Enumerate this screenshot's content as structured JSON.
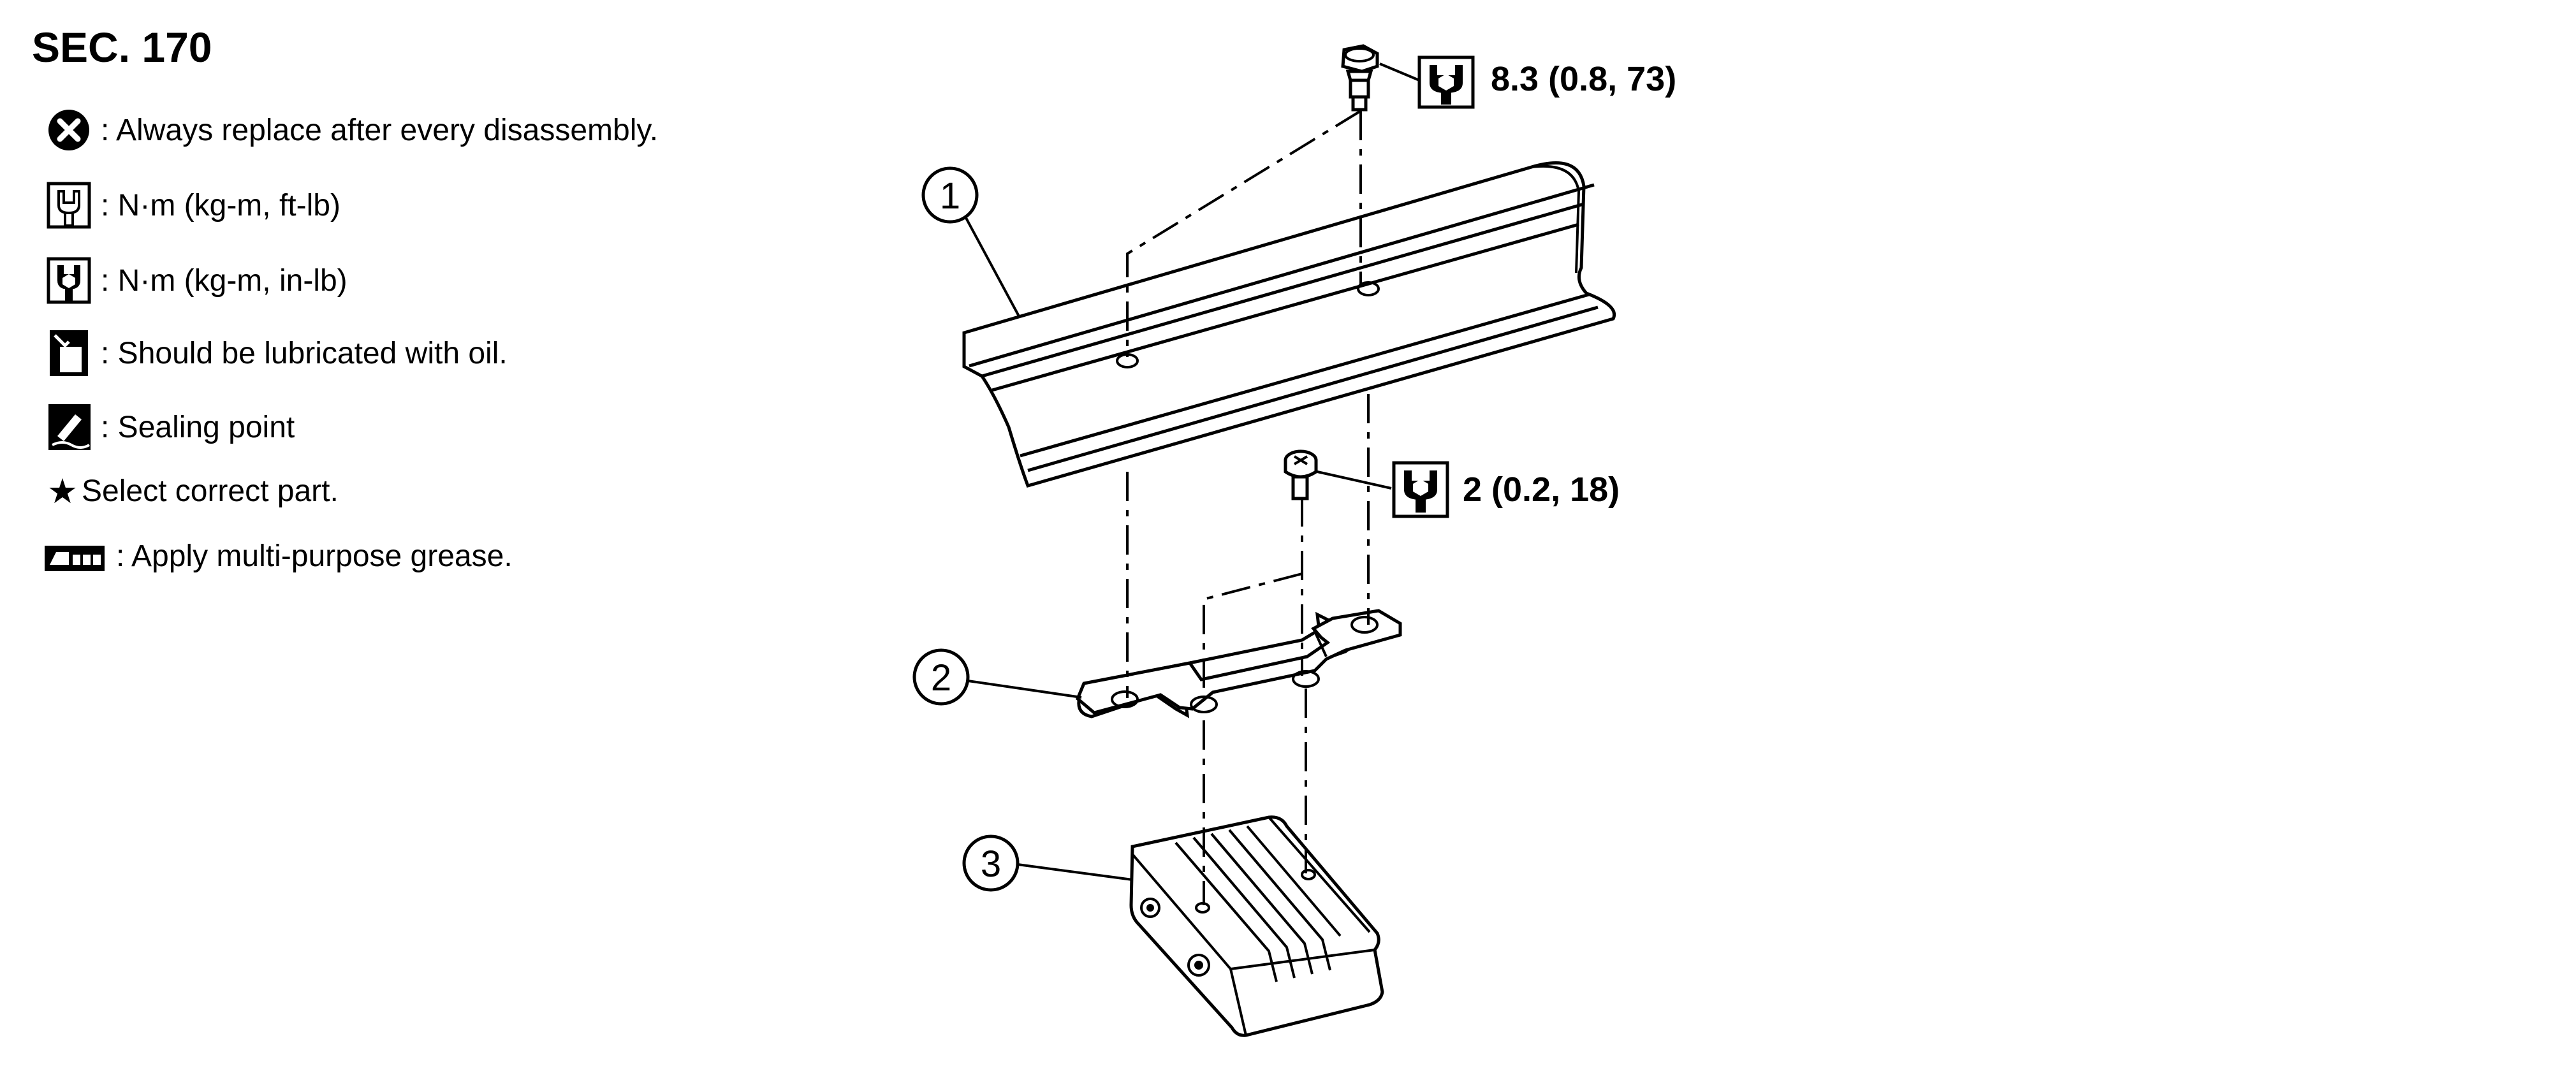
{
  "section": {
    "title": "SEC. 170"
  },
  "legend": [
    {
      "icon": "replace-x-icon",
      "text": ": Always replace after every disassembly."
    },
    {
      "icon": "torque-ft-lb-icon",
      "text": ": N·m (kg-m, ft-lb)"
    },
    {
      "icon": "torque-in-lb-icon",
      "text": ": N·m (kg-m, in-lb)"
    },
    {
      "icon": "oil-can-icon",
      "text": ": Should be lubricated with oil."
    },
    {
      "icon": "sealant-icon",
      "text": ": Sealing point"
    },
    {
      "icon": "star-icon",
      "symbol": "★",
      "text": "Select correct part."
    },
    {
      "icon": "grease-icon",
      "text": ": Apply multi-purpose grease."
    }
  ],
  "callouts": [
    {
      "number": "1"
    },
    {
      "number": "2"
    },
    {
      "number": "3"
    }
  ],
  "torques": [
    {
      "label": "8.3 (0.8, 73)",
      "icon": "torque-in-lb-icon"
    },
    {
      "label": "2 (0.2, 18)",
      "icon": "torque-in-lb-icon"
    }
  ]
}
